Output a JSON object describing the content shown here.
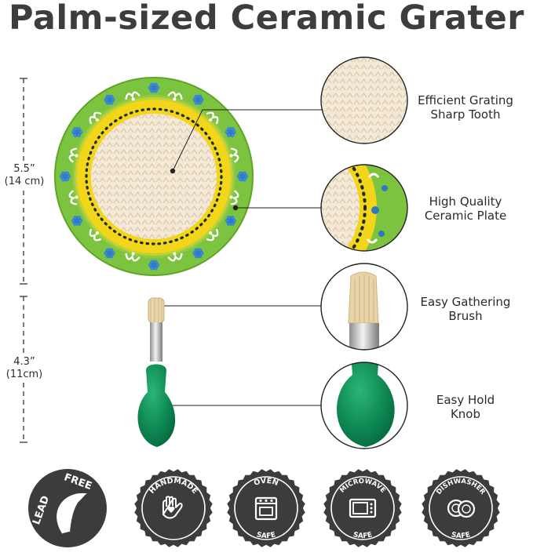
{
  "title": "Palm-sized Ceramic Grater",
  "dimensions": {
    "plate": {
      "line1": "5.5”",
      "line2": "(14 cm)"
    },
    "brush": {
      "line1": "4.3”",
      "line2": "(11cm)"
    }
  },
  "features": [
    {
      "line1": "Efficient Grating",
      "line2": "Sharp Tooth"
    },
    {
      "line1": "High Quality",
      "line2": "Ceramic Plate"
    },
    {
      "line1": "Easy Gathering",
      "line2": "Brush"
    },
    {
      "line1": "Easy Hold",
      "line2": "Knob"
    }
  ],
  "badges": [
    {
      "name": "lead-free",
      "top": "LEAD",
      "right": "FREE"
    },
    {
      "name": "handmade",
      "top": "HANDMADE"
    },
    {
      "name": "oven-safe",
      "top": "OVEN",
      "bottom": "SAFE"
    },
    {
      "name": "microwave-safe",
      "top": "MICROWAVE",
      "bottom": "SAFE"
    },
    {
      "name": "dishwasher-safe",
      "top": "DISHWASHER",
      "bottom": "SAFE"
    }
  ],
  "colors": {
    "plate_green": "#7cc33f",
    "plate_yellow": "#f3d51a",
    "ceramic": "#f4e9d6",
    "knob_green": "#0f8a55",
    "badge_dark": "#3c3c3c",
    "title": "#3d3d3d"
  }
}
